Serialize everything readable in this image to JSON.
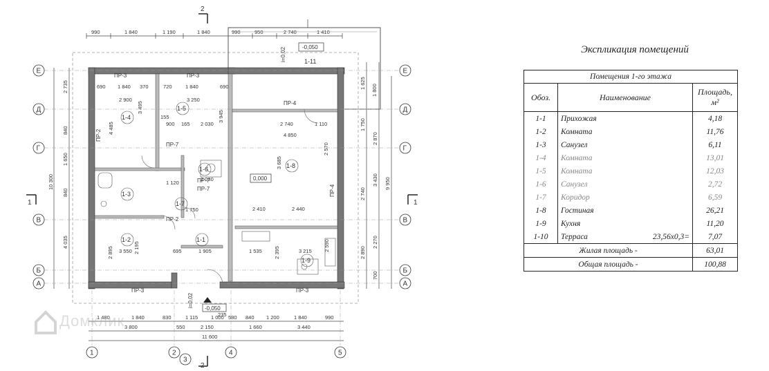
{
  "section_marks": {
    "top": "2",
    "bottom": "2",
    "left": "1",
    "right": "1"
  },
  "top_dims_row1": [
    "990",
    "1 840",
    "1 190",
    "1 840",
    "990",
    "950",
    "2 740",
    "1 410"
  ],
  "bottom_dims_row1": [
    "1 480",
    "1 840",
    "830",
    "1 115",
    "1 000",
    "580",
    "840",
    "1 200",
    "1 840",
    "990"
  ],
  "bottom_dims_row2": [
    "3 800",
    "550",
    "2 150",
    "1 660",
    "3 440"
  ],
  "bottom_total": "11 600",
  "left_dims_outer": [
    "2 735",
    "840",
    "1 650",
    "840",
    "4 035"
  ],
  "left_total": "10 300",
  "right_dims": [
    "1 800",
    "1 625",
    "1 750",
    "2 870",
    "3 430",
    "2 740",
    "2 270",
    "2 890",
    "700"
  ],
  "right_total": "9 950",
  "axes_rows": [
    "Е",
    "Д",
    "Г",
    "В",
    "Б",
    "А"
  ],
  "axes_cols": [
    "1",
    "2",
    "3",
    "4",
    "5"
  ],
  "levels": {
    "terrace_level": "-0,050",
    "floor_level": "0,000",
    "entry_level": "-0,050",
    "slope": "i=0,02",
    "slope2": "i=0,02"
  },
  "lintels": [
    "ПР-3",
    "ПР-3",
    "ПР-2",
    "ПР-4",
    "ПР-7",
    "ПР-7",
    "ПР-7",
    "ПР-2",
    "ПР-3",
    "ПР-3",
    "ПР-4"
  ],
  "room_labels": [
    "1-1",
    "1-2",
    "1-3",
    "1-4",
    "1-5",
    "1-6",
    "1-7",
    "1-8",
    "1-9",
    "1-11"
  ],
  "inner_dims": [
    "690",
    "1 840",
    "370",
    "2 900",
    "4 485",
    "3 495",
    "720",
    "1 840",
    "690",
    "3 250",
    "3 945",
    "900",
    "165",
    "2 030",
    "155",
    "2 740",
    "1 110",
    "4 850",
    "3 685",
    "2 570",
    "2 030",
    "1 120",
    "1 750",
    "2 410",
    "2 440",
    "3 550",
    "2 195",
    "2 895",
    "1 905",
    "1 535",
    "3 215",
    "2 590",
    "2 395",
    "695",
    "235"
  ],
  "watermark": "Домклик",
  "explication": {
    "title": "Экспликация помещений",
    "caption": "Помещения 1-го этажа",
    "headers": {
      "id": "Обоз.",
      "name": "Наименование",
      "area_line1": "Площадь,",
      "area_line2": "м²"
    },
    "rows": [
      {
        "id": "1-1",
        "name": "Прихожая",
        "area": "4,18",
        "calc": ""
      },
      {
        "id": "1-2",
        "name": "Комната",
        "area": "11,76",
        "calc": ""
      },
      {
        "id": "1-3",
        "name": "Санузел",
        "area": "6,11",
        "calc": ""
      },
      {
        "id": "1-4",
        "name": "Комната",
        "area": "13,01",
        "calc": ""
      },
      {
        "id": "1-5",
        "name": "Комната",
        "area": "12,03",
        "calc": ""
      },
      {
        "id": "1-6",
        "name": "Санузел",
        "area": "2,72",
        "calc": ""
      },
      {
        "id": "1-7",
        "name": "Коридор",
        "area": "6,59",
        "calc": ""
      },
      {
        "id": "1-8",
        "name": "Гостиная",
        "area": "26,21",
        "calc": ""
      },
      {
        "id": "1-9",
        "name": "Кухня",
        "area": "11,20",
        "calc": ""
      },
      {
        "id": "1-10",
        "name": "Терраса",
        "area": "7,07",
        "calc": "23,56x0,3="
      }
    ],
    "living_label": "Жилая площадь -",
    "living_value": "63,01",
    "total_label": "Общая площадь -",
    "total_value": "100,88"
  }
}
